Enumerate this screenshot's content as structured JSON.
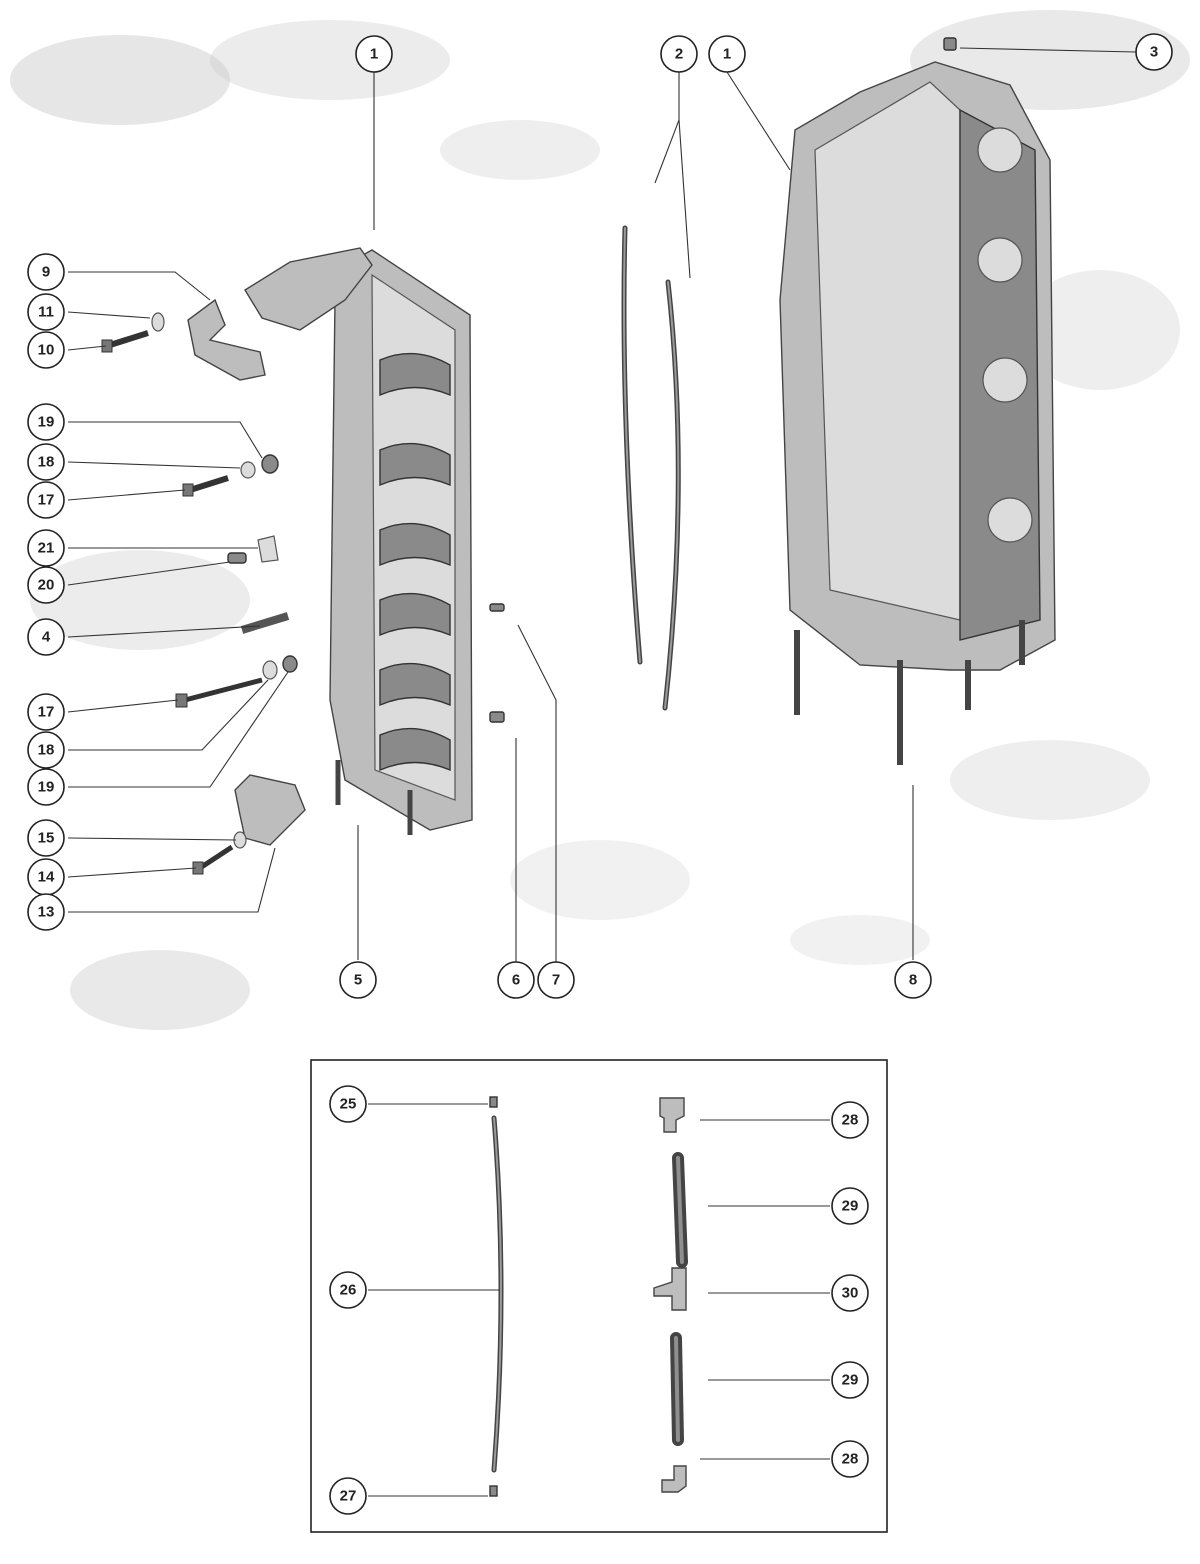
{
  "callouts": [
    {
      "id": "c1a",
      "label": "1"
    },
    {
      "id": "c2",
      "label": "2"
    },
    {
      "id": "c1b",
      "label": "1"
    },
    {
      "id": "c3",
      "label": "3"
    },
    {
      "id": "c9",
      "label": "9"
    },
    {
      "id": "c11",
      "label": "11"
    },
    {
      "id": "c10",
      "label": "10"
    },
    {
      "id": "c19a",
      "label": "19"
    },
    {
      "id": "c18a",
      "label": "18"
    },
    {
      "id": "c17a",
      "label": "17"
    },
    {
      "id": "c21",
      "label": "21"
    },
    {
      "id": "c20",
      "label": "20"
    },
    {
      "id": "c4",
      "label": "4"
    },
    {
      "id": "c17b",
      "label": "17"
    },
    {
      "id": "c18b",
      "label": "18"
    },
    {
      "id": "c19b",
      "label": "19"
    },
    {
      "id": "c15",
      "label": "15"
    },
    {
      "id": "c14",
      "label": "14"
    },
    {
      "id": "c13",
      "label": "13"
    },
    {
      "id": "c5",
      "label": "5"
    },
    {
      "id": "c6",
      "label": "6"
    },
    {
      "id": "c7",
      "label": "7"
    },
    {
      "id": "c8",
      "label": "8"
    },
    {
      "id": "c25",
      "label": "25"
    },
    {
      "id": "c26",
      "label": "26"
    },
    {
      "id": "c27",
      "label": "27"
    },
    {
      "id": "c28a",
      "label": "28"
    },
    {
      "id": "c29a",
      "label": "29"
    },
    {
      "id": "c30",
      "label": "30"
    },
    {
      "id": "c29b",
      "label": "29"
    },
    {
      "id": "c28b",
      "label": "28"
    }
  ]
}
